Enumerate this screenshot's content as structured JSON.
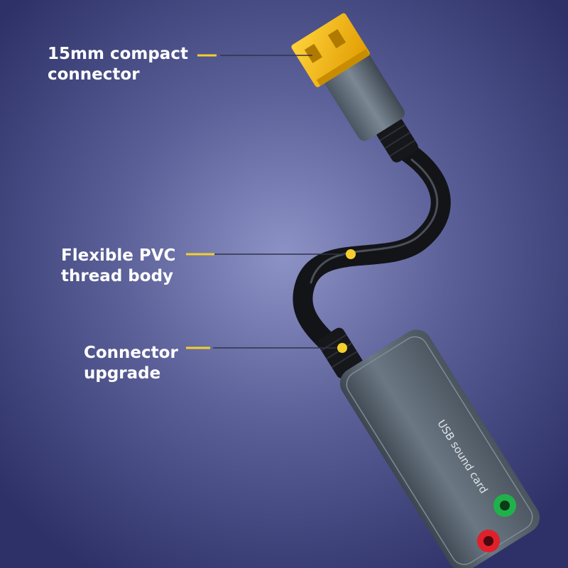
{
  "callouts": [
    {
      "line1": "15mm compact",
      "line2": "connector"
    },
    {
      "line1": "Flexible PVC",
      "line2": "thread body"
    },
    {
      "line1": "Connector",
      "line2": "upgrade"
    }
  ],
  "product_text": "USB sound card",
  "colors": {
    "background": "#3b3f78",
    "accent_yellow": "#f4cf2c",
    "usb_gold": "#f2b300",
    "housing_gray": "#596571",
    "cable_black": "#121417",
    "jack_green": "#1fb24a",
    "jack_red": "#e0202a"
  }
}
